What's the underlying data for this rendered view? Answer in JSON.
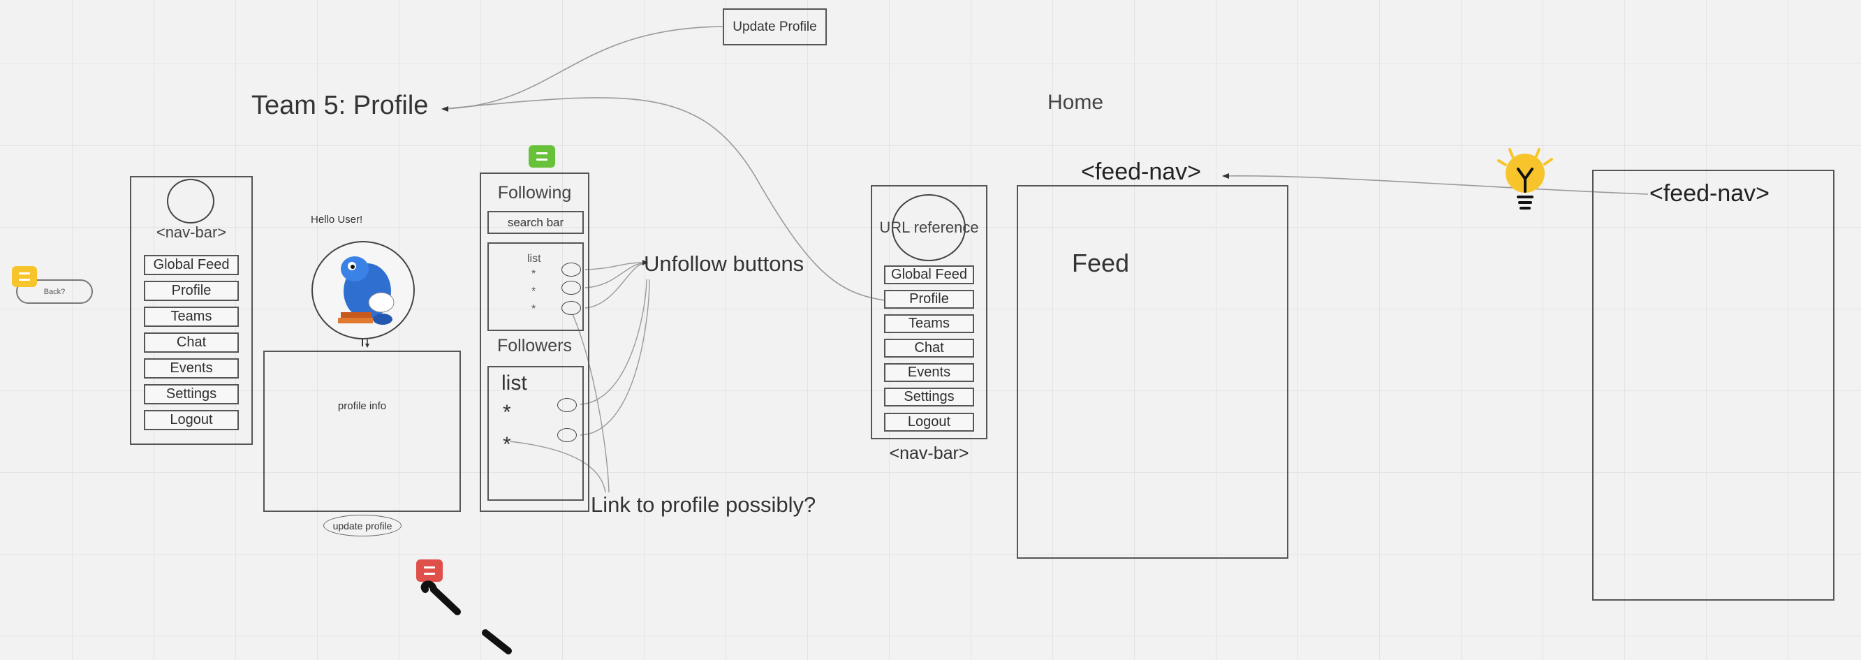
{
  "header": {
    "title": "Team 5: Profile",
    "update_profile_top": "Update Profile",
    "home": "Home"
  },
  "back_pill": {
    "label": "Back?"
  },
  "left_nav": {
    "title": "<nav-bar>",
    "items": [
      "Global Feed",
      "Profile",
      "Teams",
      "Chat",
      "Events",
      "Settings",
      "Logout"
    ]
  },
  "profile": {
    "greeting": "Hello User!",
    "info": "profile info",
    "update_button": "update profile"
  },
  "following_panel": {
    "title": "Following",
    "search": "search bar",
    "list_label": "list",
    "list_bullets": [
      "*",
      "*",
      "*"
    ]
  },
  "followers_panel": {
    "title": "Followers",
    "list_label": "list",
    "list_bullets": [
      "*",
      "*"
    ]
  },
  "annotations": {
    "unfollow": "Unfollow buttons",
    "link_profile": "Link to profile possibly?"
  },
  "right_nav": {
    "url_ref": "URL reference",
    "items": [
      "Global Feed",
      "Profile",
      "Teams",
      "Chat",
      "Events",
      "Settings",
      "Logout"
    ],
    "caption": "<nav-bar>"
  },
  "feed": {
    "feed_nav": "<feed-nav>",
    "label": "Feed"
  },
  "feed_nav_right": "<feed-nav>",
  "colors": {
    "background": "#f2f2f2",
    "sticky_green": "#67c23a",
    "sticky_yellow": "#f7c52b",
    "sticky_red": "#e0504a",
    "bulb_yellow": "#f7c52b"
  },
  "icons": [
    "comment-sticky-icon",
    "lightbulb-icon",
    "avatar-yoshi-icon"
  ]
}
